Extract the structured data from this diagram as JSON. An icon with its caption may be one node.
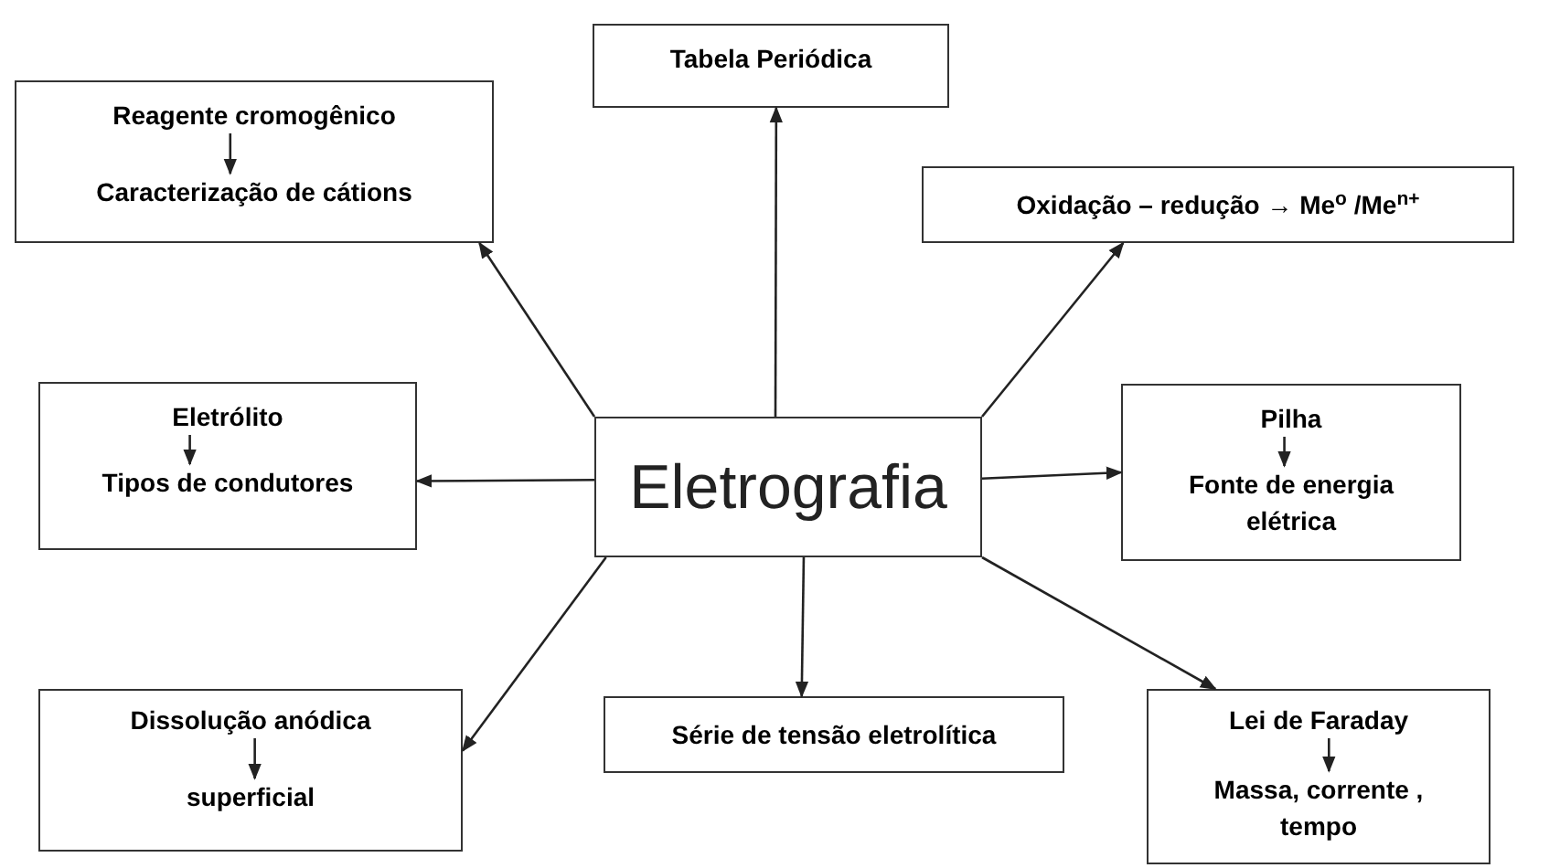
{
  "diagram": {
    "nodes": [
      {
        "text": [
          "Tabela Periódica"
        ]
      },
      {
        "text": [],
        "shape": "box"
      },
      {
        "text": [
          "Reagente cromogênico"
        ],
        "in": 1
      },
      {
        "text": [
          "Caracterização de cátions"
        ],
        "in": 1
      },
      {
        "text": [
          "Oxidação – redução → Me$^{o}$ /Me$^{n+}$"
        ]
      },
      {
        "text": [],
        "shape": "box"
      },
      {
        "text": [
          "Eletrólito"
        ],
        "in": 5
      },
      {
        "text": [
          "Tipos de condutores"
        ],
        "in": 5
      },
      {
        "text": [
          "Eletrografia"
        ]
      },
      {
        "text": [],
        "shape": "box"
      },
      {
        "text": [
          "Pilha"
        ],
        "in": 9
      },
      {
        "text": [
          "Fonte de energia elétrica"
        ],
        "in": 9
      },
      {
        "text": [],
        "shape": "box"
      },
      {
        "text": [
          "Dissolução anódica"
        ],
        "in": 12
      },
      {
        "text": [
          "superficial"
        ],
        "in": 12
      },
      {
        "text": [
          "Série de tensão eletrolítica"
        ]
      },
      {
        "text": [],
        "shape": "box"
      },
      {
        "text": [
          "Lei de Faraday"
        ],
        "in": 16
      },
      {
        "text": [
          "Massa, corrente , tempo"
        ],
        "in": 16
      }
    ],
    "edges": [
      {
        "from": 8,
        "to": 0,
        "arrow": "to"
      },
      {
        "from": 8,
        "to": 1,
        "arrow": "to"
      },
      {
        "from": 8,
        "to": 4,
        "arrow": "to"
      },
      {
        "from": 8,
        "to": 5,
        "arrow": "to"
      },
      {
        "from": 8,
        "to": 9,
        "arrow": "to"
      },
      {
        "from": 8,
        "to": 12,
        "arrow": "to"
      },
      {
        "from": 8,
        "to": 15,
        "arrow": "to"
      },
      {
        "from": 8,
        "to": 16,
        "arrow": "to"
      },
      {
        "from": 2,
        "to": 3,
        "arrow": "to"
      },
      {
        "from": 6,
        "to": 7,
        "arrow": "to"
      },
      {
        "from": 10,
        "to": 11,
        "arrow": "to"
      },
      {
        "from": 13,
        "to": 14,
        "arrow": "to"
      },
      {
        "from": 17,
        "to": 18,
        "arrow": "to"
      }
    ]
  }
}
